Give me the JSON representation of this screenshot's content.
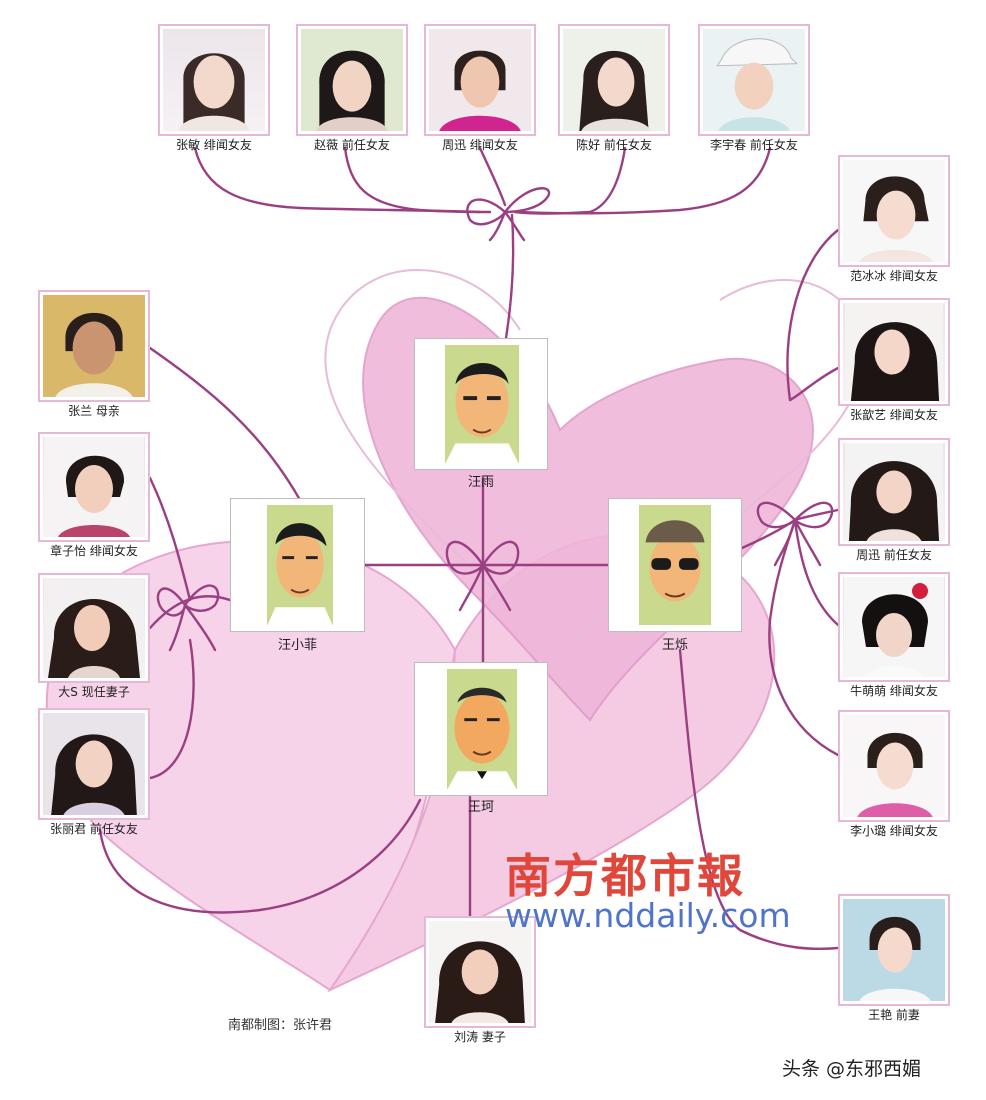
{
  "colors": {
    "string": "#9b3f83",
    "heart_light": "#f6d3e8",
    "heart_mid": "#efb6da",
    "heart_dark": "#e59bcb",
    "masthead_red": "#e0463a",
    "website_blue": "#4f74c9"
  },
  "center": {
    "top": {
      "name": "汪雨"
    },
    "left": {
      "name": "汪小菲"
    },
    "right": {
      "name": "王烁"
    },
    "bottom": {
      "name": "王珂"
    }
  },
  "top_row": [
    {
      "label": "张敏 绯闻女友",
      "icon": "woman-portrait-icon"
    },
    {
      "label": "赵薇 前任女友",
      "icon": "woman-portrait-icon"
    },
    {
      "label": "周迅 绯闻女友",
      "icon": "woman-portrait-icon"
    },
    {
      "label": "陈好 前任女友",
      "icon": "woman-portrait-icon"
    },
    {
      "label": "李宇春 前任女友",
      "icon": "woman-portrait-icon"
    }
  ],
  "left_col": [
    {
      "label": "张兰 母亲",
      "icon": "woman-portrait-icon"
    },
    {
      "label": "章子怡 绯闻女友",
      "icon": "woman-portrait-icon"
    },
    {
      "label": "大S 现任妻子",
      "icon": "woman-portrait-icon"
    },
    {
      "label": "张丽君 前任女友",
      "icon": "woman-portrait-icon"
    }
  ],
  "right_col": [
    {
      "label": "范冰冰 绯闻女友",
      "icon": "woman-portrait-icon"
    },
    {
      "label": "张歆艺 绯闻女友",
      "icon": "woman-portrait-icon"
    },
    {
      "label": "周迅 前任女友",
      "icon": "woman-portrait-icon"
    },
    {
      "label": "牛萌萌 绯闻女友",
      "icon": "woman-portrait-icon"
    },
    {
      "label": "李小璐 绯闻女友",
      "icon": "woman-portrait-icon"
    },
    {
      "label": "王艳 前妻",
      "icon": "woman-portrait-icon"
    }
  ],
  "bottom": {
    "label": "刘涛 妻子",
    "icon": "woman-portrait-icon"
  },
  "masthead": "南方都市報",
  "website": "www.nddaily.com",
  "credit": "南都制图：张许君",
  "watermark": "头条 @东邪西媚"
}
